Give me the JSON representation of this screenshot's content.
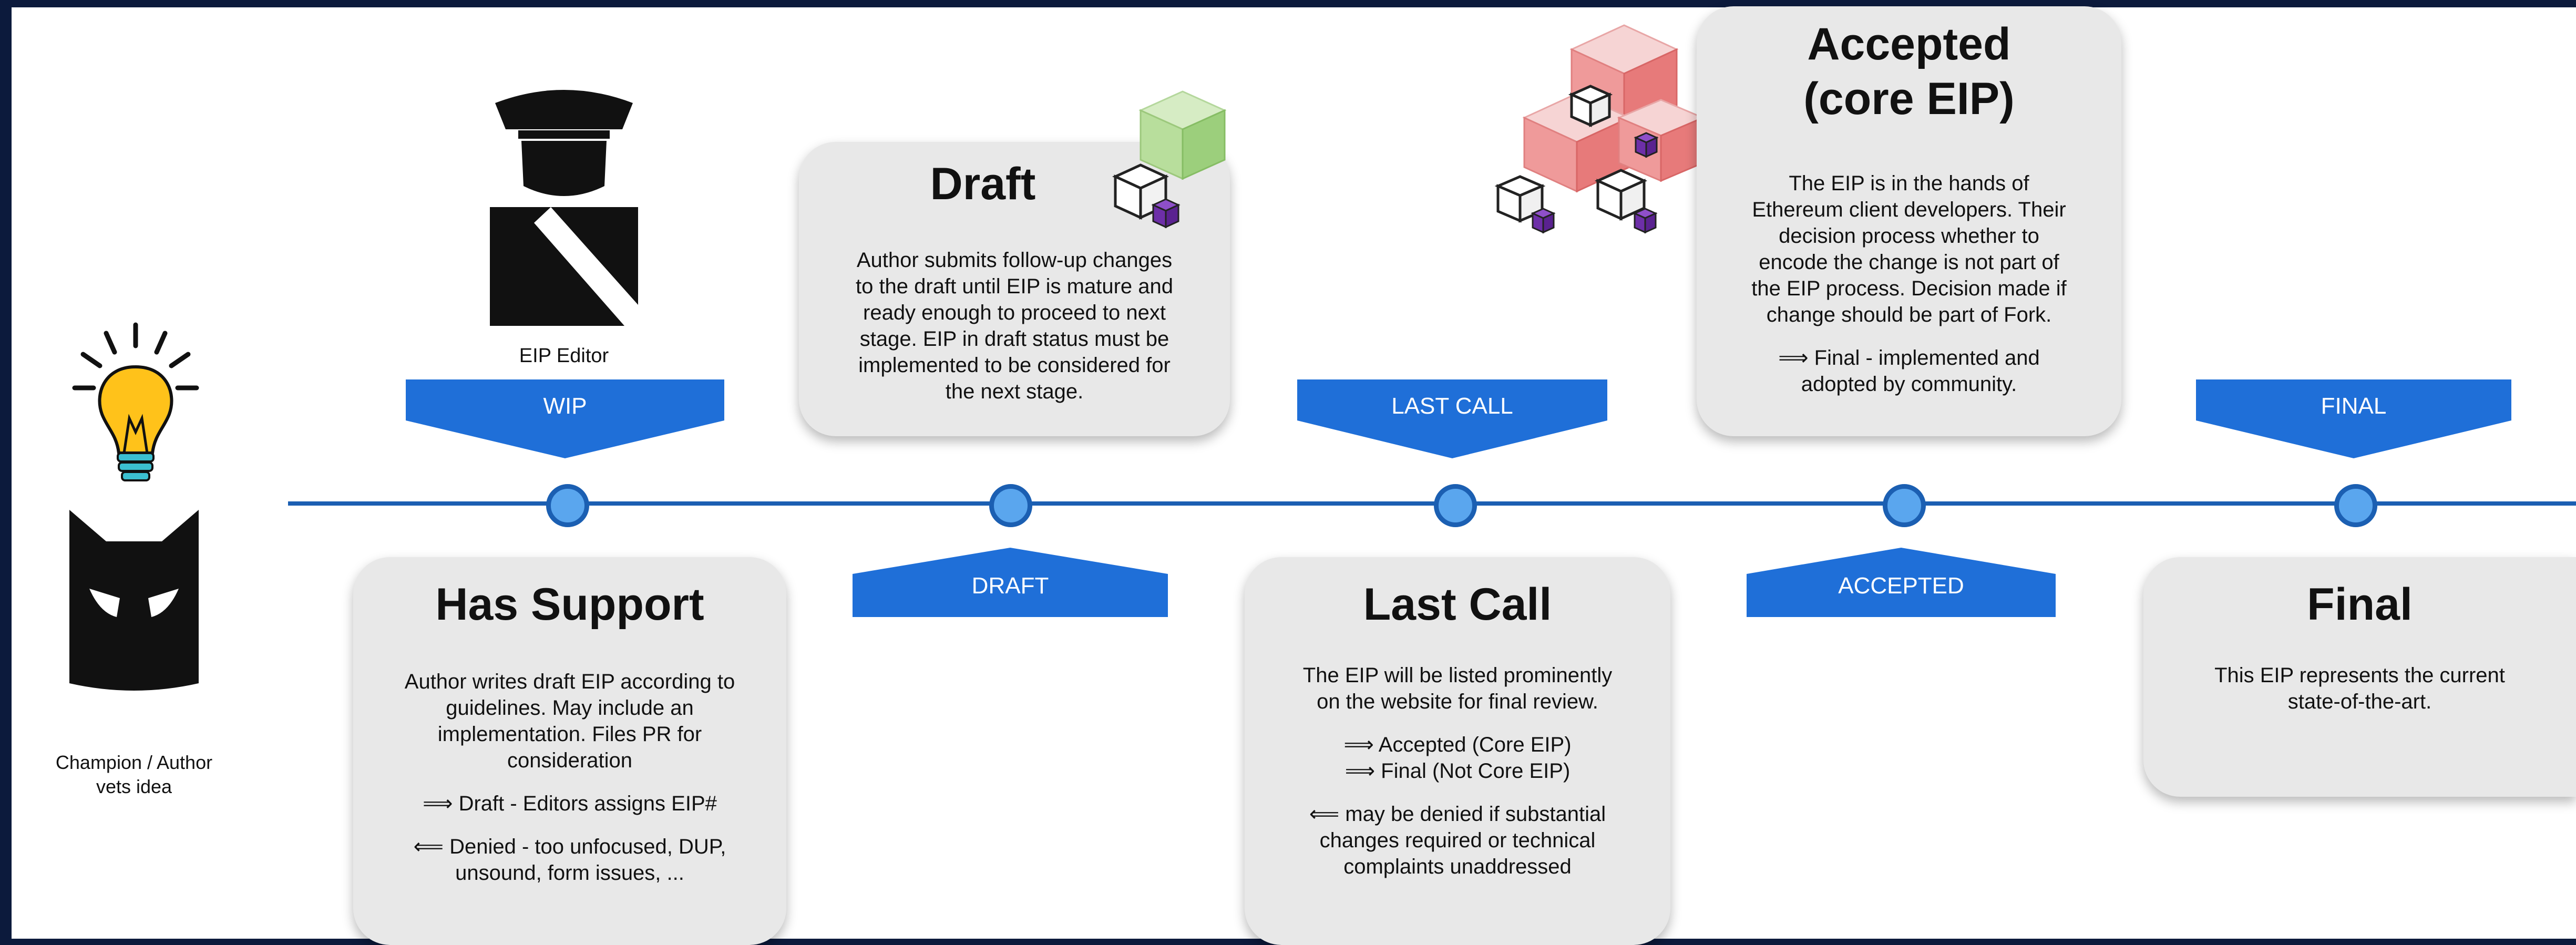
{
  "colors": {
    "background": "#0c1a3c",
    "frame": "#ffffff",
    "card": "#e8e8e8",
    "timeline": "#1b5fb2",
    "node_fill": "#5aa6ee",
    "tag": "#1f6fd8"
  },
  "champion": {
    "caption_lines": [
      "Champion / Author",
      "vets idea"
    ],
    "icons": [
      "lightbulb-icon",
      "batman-mask-icon"
    ]
  },
  "editor": {
    "caption": "EIP Editor",
    "icon": "eip-editor-figure-icon"
  },
  "tags": {
    "wip": "WIP",
    "draft": "DRAFT",
    "last_call": "LAST CALL",
    "accepted": "ACCEPTED",
    "final": "FINAL"
  },
  "cards": {
    "has_support": {
      "title": "Has Support",
      "body_lines": [
        "Author writes draft EIP according to",
        "guidelines. May include an",
        "implementation. Files PR for",
        "consideration"
      ],
      "arrow_forward": "⟹ Draft - Editors assigns EIP#",
      "arrow_back_lines": [
        "⟸ Denied - too unfocused, DUP,",
        "unsound, form issues, ..."
      ]
    },
    "draft": {
      "title": "Draft",
      "body_lines": [
        "Author submits follow-up changes",
        "to the draft until EIP is mature and",
        "ready enough to proceed to next",
        "stage. EIP in draft status must be",
        "implemented to be considered for",
        "the next stage."
      ]
    },
    "last_call": {
      "title": "Last Call",
      "body_lines": [
        "The EIP will be listed prominently",
        "on the website for final review."
      ],
      "arrow_lines": [
        "⟹ Accepted (Core EIP)",
        "⟹ Final (Not Core EIP)"
      ],
      "deny_lines": [
        "⟸ may be denied if substantial",
        "changes required or technical",
        "complaints unaddressed"
      ]
    },
    "accepted": {
      "title_lines": [
        "Accepted",
        "(core EIP)"
      ],
      "body_lines": [
        "The EIP is in the hands of",
        "Ethereum client developers. Their",
        "decision process whether to",
        "encode the change is not part of",
        "the EIP process. Decision made if",
        "change should be part of Fork."
      ],
      "arrow_lines": [
        "⟹ Final - implemented and",
        "adopted by community."
      ]
    },
    "final": {
      "title": "Final",
      "body_lines": [
        "This EIP represents the current",
        "state-of-the-art."
      ]
    }
  }
}
